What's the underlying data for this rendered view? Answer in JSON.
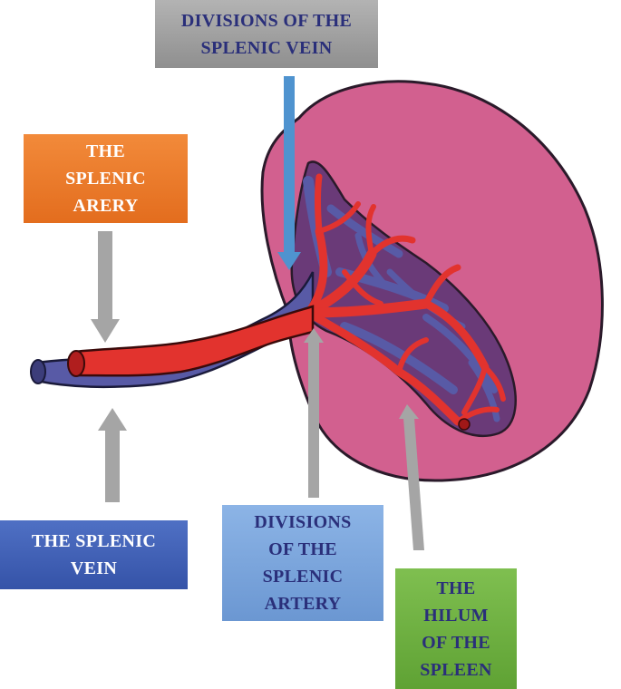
{
  "labels": {
    "divisions_splenic_vein": "DIVISIONS OF THE\nSPLENIC VEIN",
    "splenic_artery": "THE\nSPLENIC\nARERY",
    "splenic_vein": "THE SPLENIC\nVEIN",
    "divisions_splenic_artery": "DIVISIONS\nOF THE\nSPLENIC\nARTERY",
    "hilum": "THE\nHILUM\nOF THE\nSPLEEN"
  },
  "colors": {
    "spleen": "#d2608f",
    "artery": "#e2332e",
    "vein": "#585aa6",
    "hilum_dark": "#6a3a78",
    "arrow_gray": "#a5a5a5",
    "arrow_blue": "#4f93cf",
    "text_navy": "#2a2f7a",
    "text_white": "#ffffff"
  }
}
